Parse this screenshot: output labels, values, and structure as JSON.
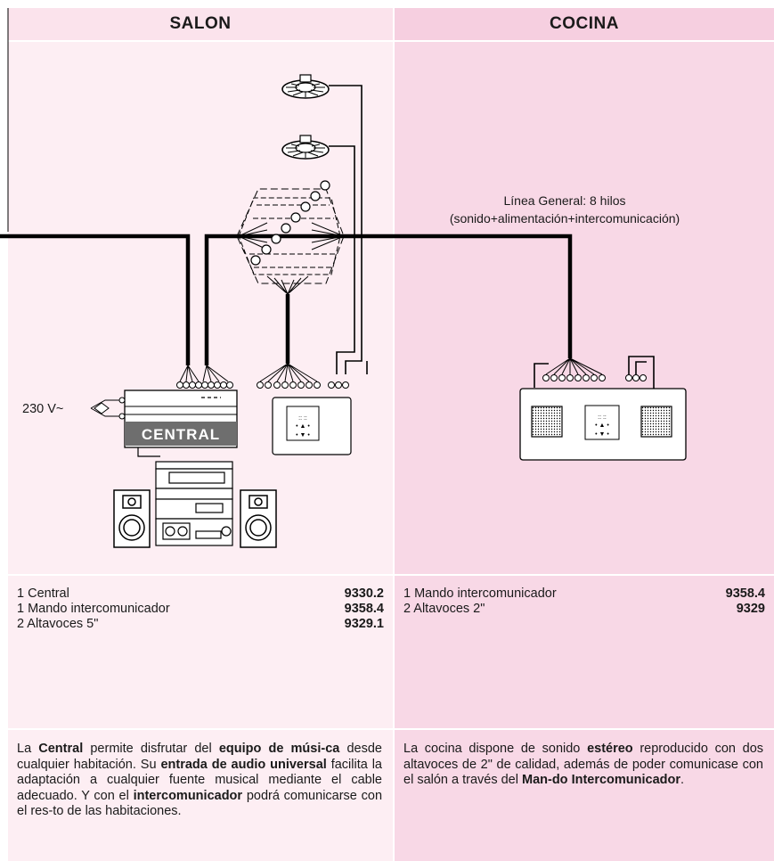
{
  "left": {
    "header": "SALON",
    "voltage_label": "230 V~",
    "central_label": "CENTRAL",
    "parts": [
      {
        "qty_name": "1 Central",
        "code": "9330.2"
      },
      {
        "qty_name": "1 Mando intercomunicador",
        "code": "9358.4"
      },
      {
        "qty_name": "2 Altavoces 5\"",
        "code": "9329.1"
      }
    ],
    "description": [
      {
        "t": "La "
      },
      {
        "b": "Central"
      },
      {
        "t": " permite disfrutar del "
      },
      {
        "b": "equipo de músi-ca"
      },
      {
        "t": " desde cualquier habitación. Su "
      },
      {
        "b": "entrada de audio universal"
      },
      {
        "t": " facilita la adaptación a cualquier fuente musical mediante el cable adecuado. Y con el "
      },
      {
        "b": "intercomunicador"
      },
      {
        "t": " podrá comunicarse con el res-to de las habitaciones."
      }
    ]
  },
  "right": {
    "header": "COCINA",
    "line_label_1": "Línea General: 8 hilos",
    "line_label_2": "(sonido+alimentación+intercomunicación)",
    "parts": [
      {
        "qty_name": "1 Mando intercomunicador",
        "code": "9358.4"
      },
      {
        "qty_name": "2 Altavoces 2\"",
        "code": "9329"
      }
    ],
    "description": [
      {
        "t": "La cocina dispone de sonido "
      },
      {
        "b": "estéreo"
      },
      {
        "t": " reproducido con dos altavoces de 2\" de calidad, además de poder comunicase con el salón a través del "
      },
      {
        "b": "Man-do Intercomunicador"
      },
      {
        "t": "."
      }
    ]
  }
}
